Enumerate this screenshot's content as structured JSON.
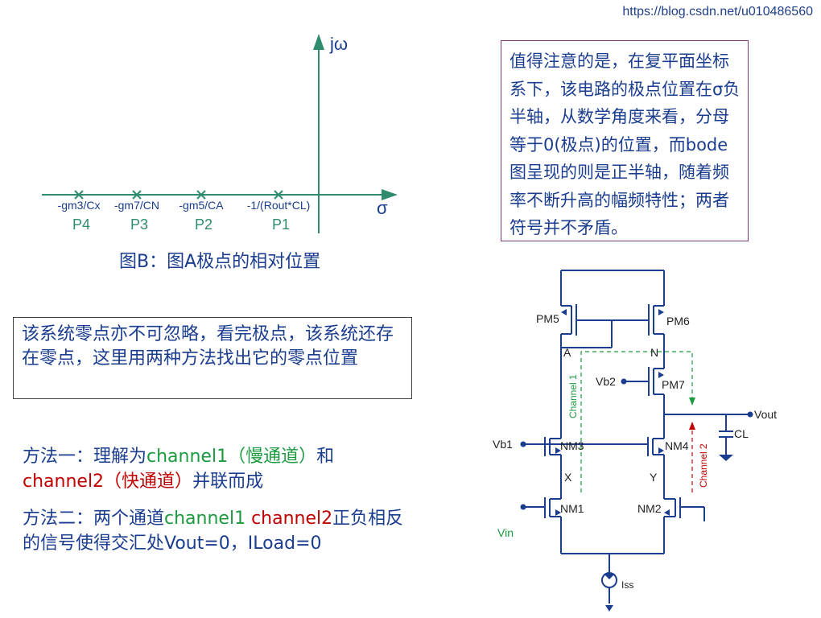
{
  "url": "https://blog.csdn.net/u010486560",
  "pole_plot": {
    "y_axis_label": "jω",
    "x_axis_label": "σ",
    "poles": [
      {
        "expr": "-gm3/Cx",
        "name": "P4"
      },
      {
        "expr": "-gm7/CN",
        "name": "P3"
      },
      {
        "expr": "-gm5/CA",
        "name": "P2"
      },
      {
        "expr": "-1/(Rout*CL)",
        "name": "P1"
      }
    ],
    "caption": "图B：图A极点的相对位置",
    "colors": {
      "axis": "#2e8b6e",
      "text": "#1a3d8f"
    }
  },
  "note": "值得注意的是，在复平面坐标系下，该电路的极点位置在σ负半轴，从数学角度来看，分母等于0(极点)的位置，而bode图呈现的则是正半轴，随着频率不断升高的幅频特性；两者符号并不矛盾。",
  "zero_note": "该系统零点亦不可忽略，看完极点，该系统还存在零点，这里用两种方法找出它的零点位置",
  "method1": {
    "prefix": "方法一：理解为",
    "ch1": "channel1（慢通道）",
    "mid": "和",
    "ch2": "channel2（快通道）",
    "suffix": "并联而成"
  },
  "method2": {
    "prefix": "方法二：两个通道",
    "ch1": "channel1",
    "space": " ",
    "ch2": "channel2",
    "suffix": "正负相反的信号使得交汇处Vout=0，ILoad=0"
  },
  "circuit": {
    "labels": {
      "pm5": "PM5",
      "pm6": "PM6",
      "pm7": "PM7",
      "nm1": "NM1",
      "nm2": "NM2",
      "nm3": "NM3",
      "nm4": "NM4",
      "node_a": "A",
      "node_n": "N",
      "node_x": "X",
      "node_y": "Y",
      "vb1": "Vb1",
      "vb2": "Vb2",
      "vout": "Vout",
      "cl": "CL",
      "vin": "Vin",
      "iss": "Iss",
      "channel1": "Channel 1",
      "channel2": "Channel 2"
    },
    "colors": {
      "wire": "#1a3d8f",
      "channel1": "#1b9a3f",
      "channel2": "#c00000"
    }
  }
}
